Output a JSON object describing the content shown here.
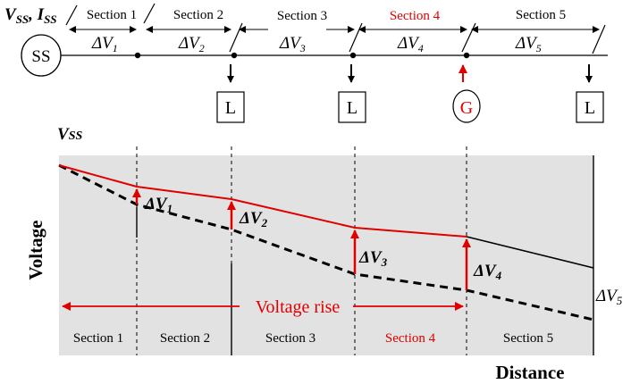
{
  "top": {
    "source_label_v": "V",
    "source_label_v_sub": "SS",
    "source_label_sep": ", ",
    "source_label_i": "I",
    "source_label_i_sub": "SS",
    "substation": "SS",
    "sections": [
      "Section 1",
      "Section 2",
      "Section 3",
      "Section 4",
      "Section 5"
    ],
    "section_colors": [
      "#000000",
      "#000000",
      "#000000",
      "#e00000",
      "#000000"
    ],
    "delta_prefix": "ΔV",
    "delta_subs": [
      "1",
      "2",
      "3",
      "4",
      "5"
    ],
    "nodes": [
      {
        "label": "L",
        "kind": "load",
        "color": "#000000"
      },
      {
        "label": "L",
        "kind": "load",
        "color": "#000000"
      },
      {
        "label": "G",
        "kind": "generator",
        "color": "#e00000"
      },
      {
        "label": "L",
        "kind": "load",
        "color": "#000000"
      }
    ]
  },
  "bottom": {
    "y_title": "V",
    "y_title_sub": "SS",
    "ylabel": "Voltage",
    "xlabel": "Distance",
    "rise_label": "Voltage rise",
    "sections": [
      "Section 1",
      "Section 2",
      "Section 3",
      "Section 4",
      "Section 5"
    ],
    "section_colors": [
      "#000000",
      "#000000",
      "#000000",
      "#e00000",
      "#000000"
    ],
    "delta_prefix": "ΔV",
    "delta_subs": [
      "1",
      "2",
      "3",
      "4",
      "5"
    ],
    "colors": {
      "shade": "#e2e2e2",
      "rise": "#e00000",
      "line": "#000000"
    }
  }
}
